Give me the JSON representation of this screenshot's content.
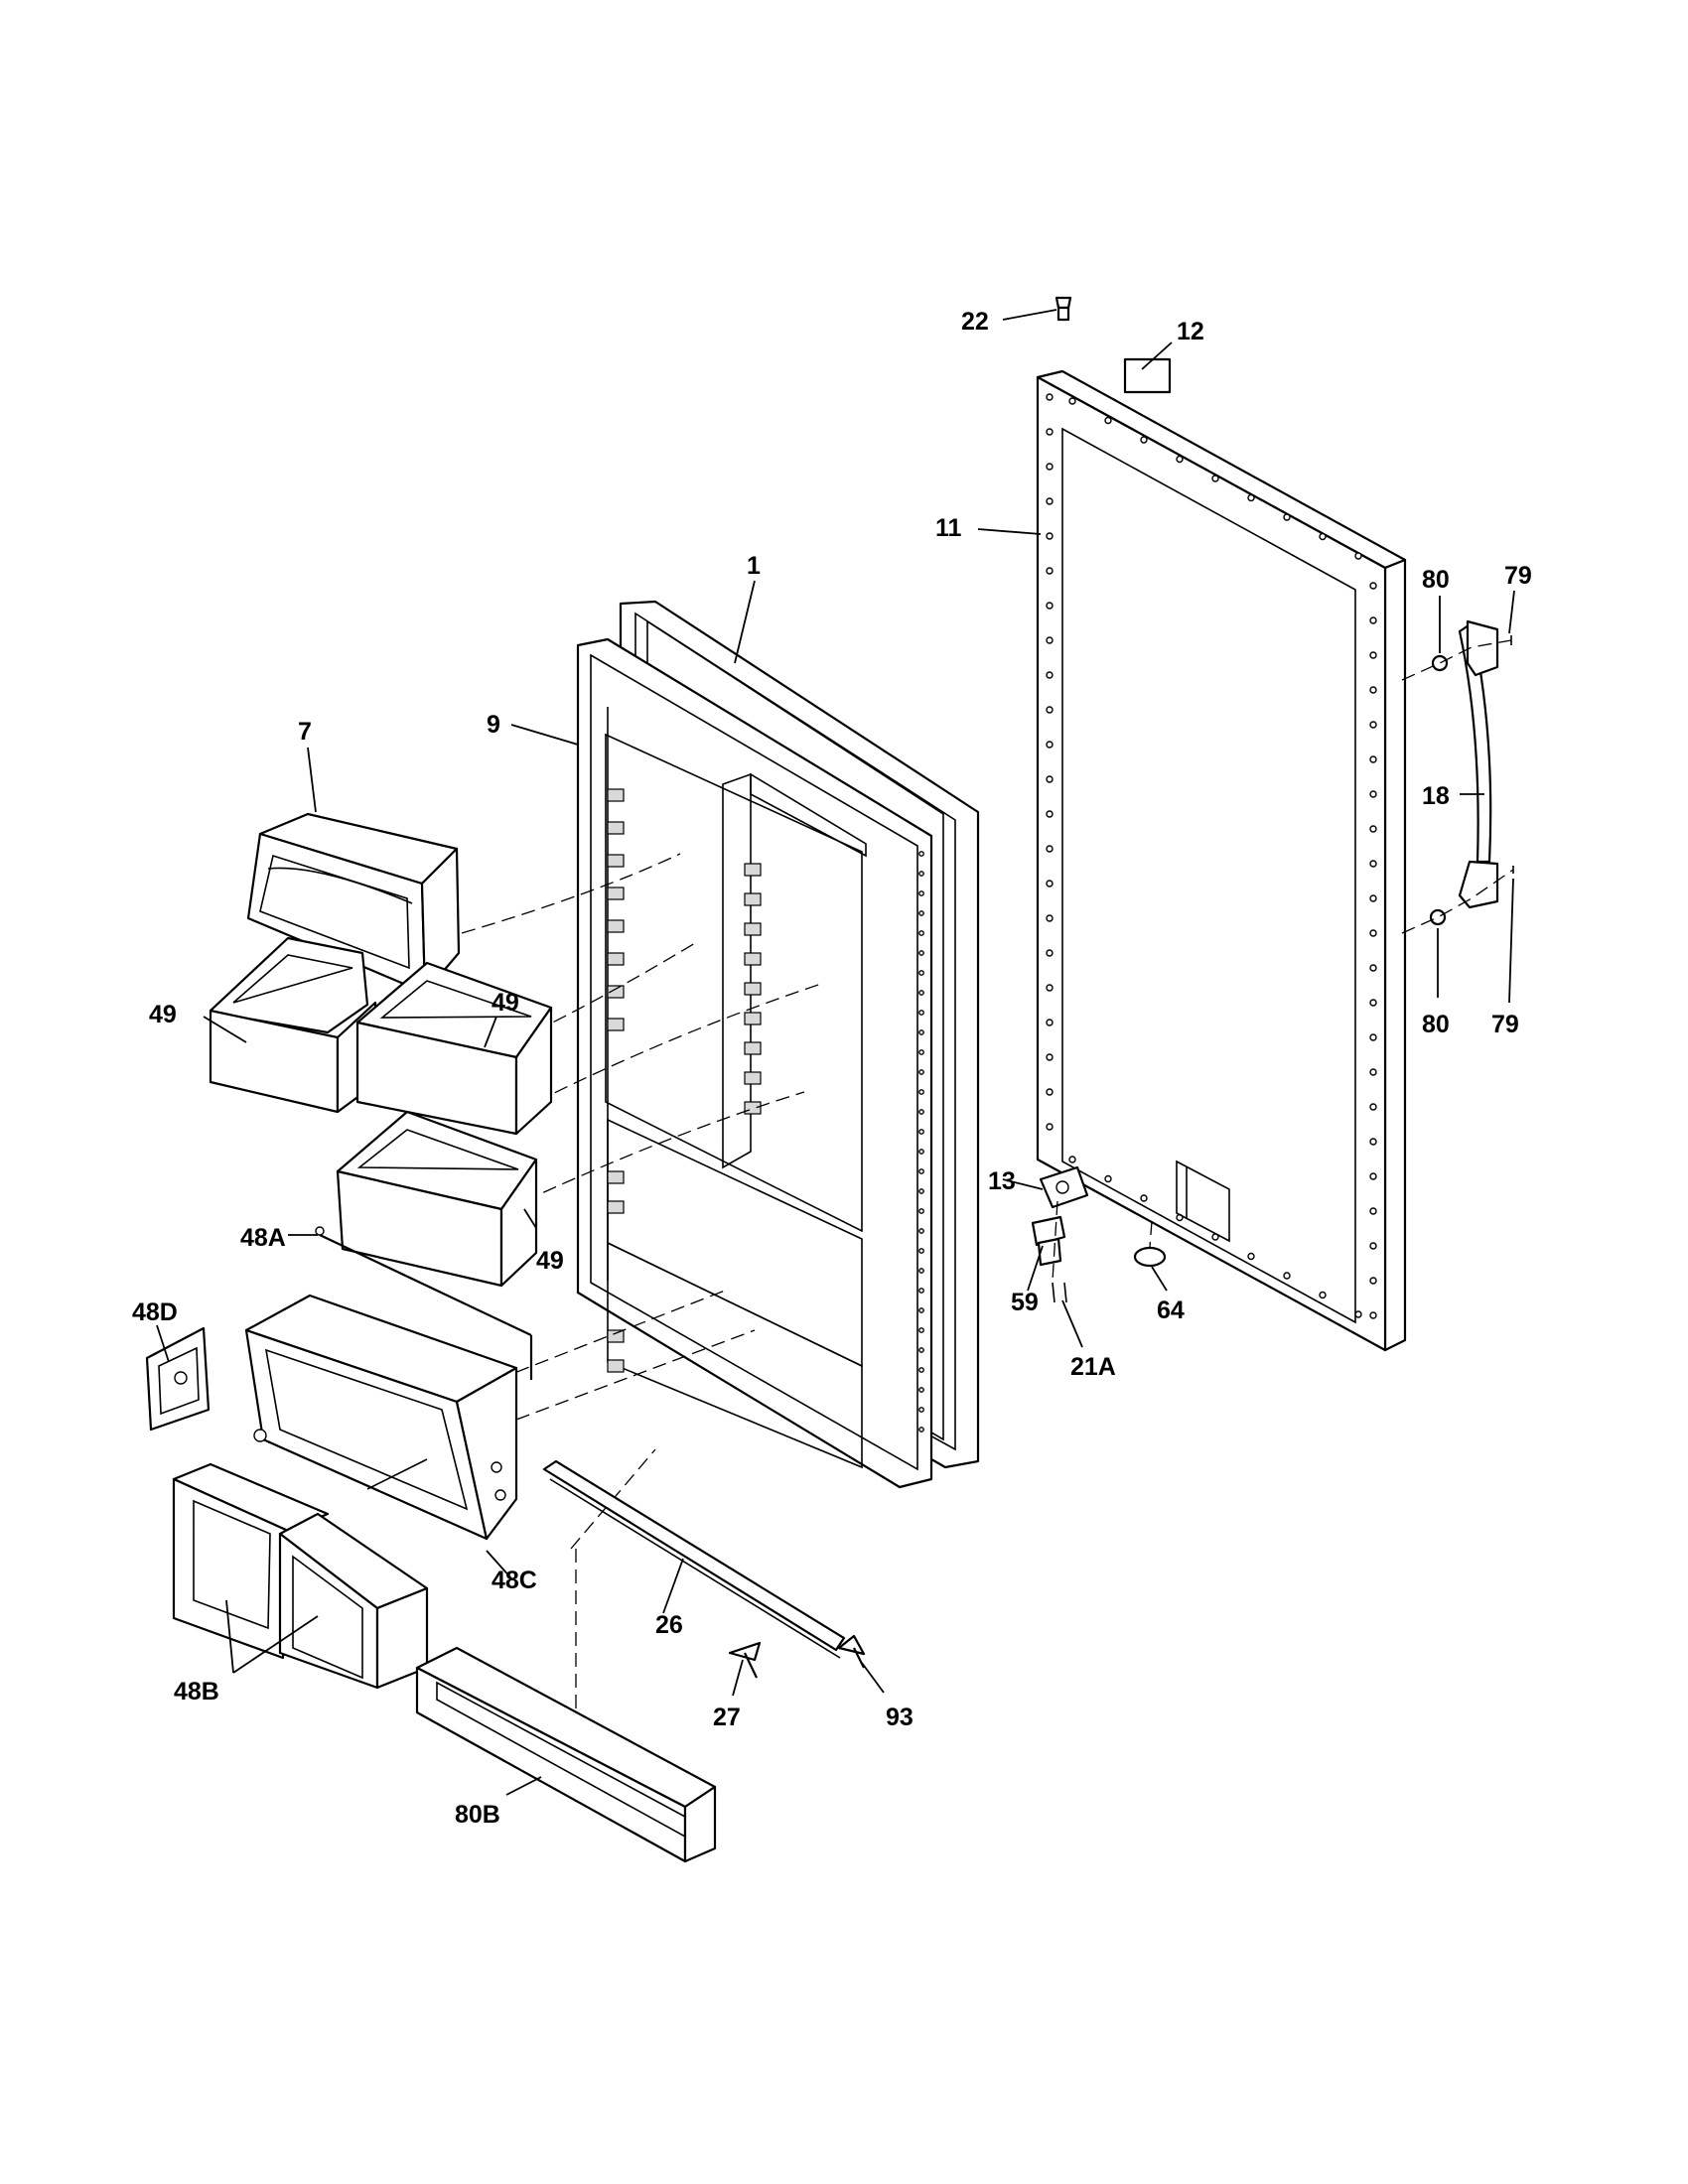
{
  "callouts": [
    {
      "id": "c22",
      "label": "22"
    },
    {
      "id": "c12",
      "label": "12"
    },
    {
      "id": "c11",
      "label": "11"
    },
    {
      "id": "c1",
      "label": "1"
    },
    {
      "id": "c9",
      "label": "9"
    },
    {
      "id": "c7",
      "label": "7"
    },
    {
      "id": "c49a",
      "label": "49"
    },
    {
      "id": "c49b",
      "label": "49"
    },
    {
      "id": "c49c",
      "label": "49"
    },
    {
      "id": "c80a",
      "label": "80"
    },
    {
      "id": "c79a",
      "label": "79"
    },
    {
      "id": "c18",
      "label": "18"
    },
    {
      "id": "c80b",
      "label": "80"
    },
    {
      "id": "c79b",
      "label": "79"
    },
    {
      "id": "c13",
      "label": "13"
    },
    {
      "id": "c59",
      "label": "59"
    },
    {
      "id": "c64",
      "label": "64"
    },
    {
      "id": "c21a",
      "label": "21A"
    },
    {
      "id": "c48a",
      "label": "48A"
    },
    {
      "id": "c48d",
      "label": "48D"
    },
    {
      "id": "c48c",
      "label": "48C"
    },
    {
      "id": "c48b",
      "label": "48B"
    },
    {
      "id": "c26",
      "label": "26"
    },
    {
      "id": "c27",
      "label": "27"
    },
    {
      "id": "c93",
      "label": "93"
    },
    {
      "id": "c80b2",
      "label": "80B"
    }
  ]
}
